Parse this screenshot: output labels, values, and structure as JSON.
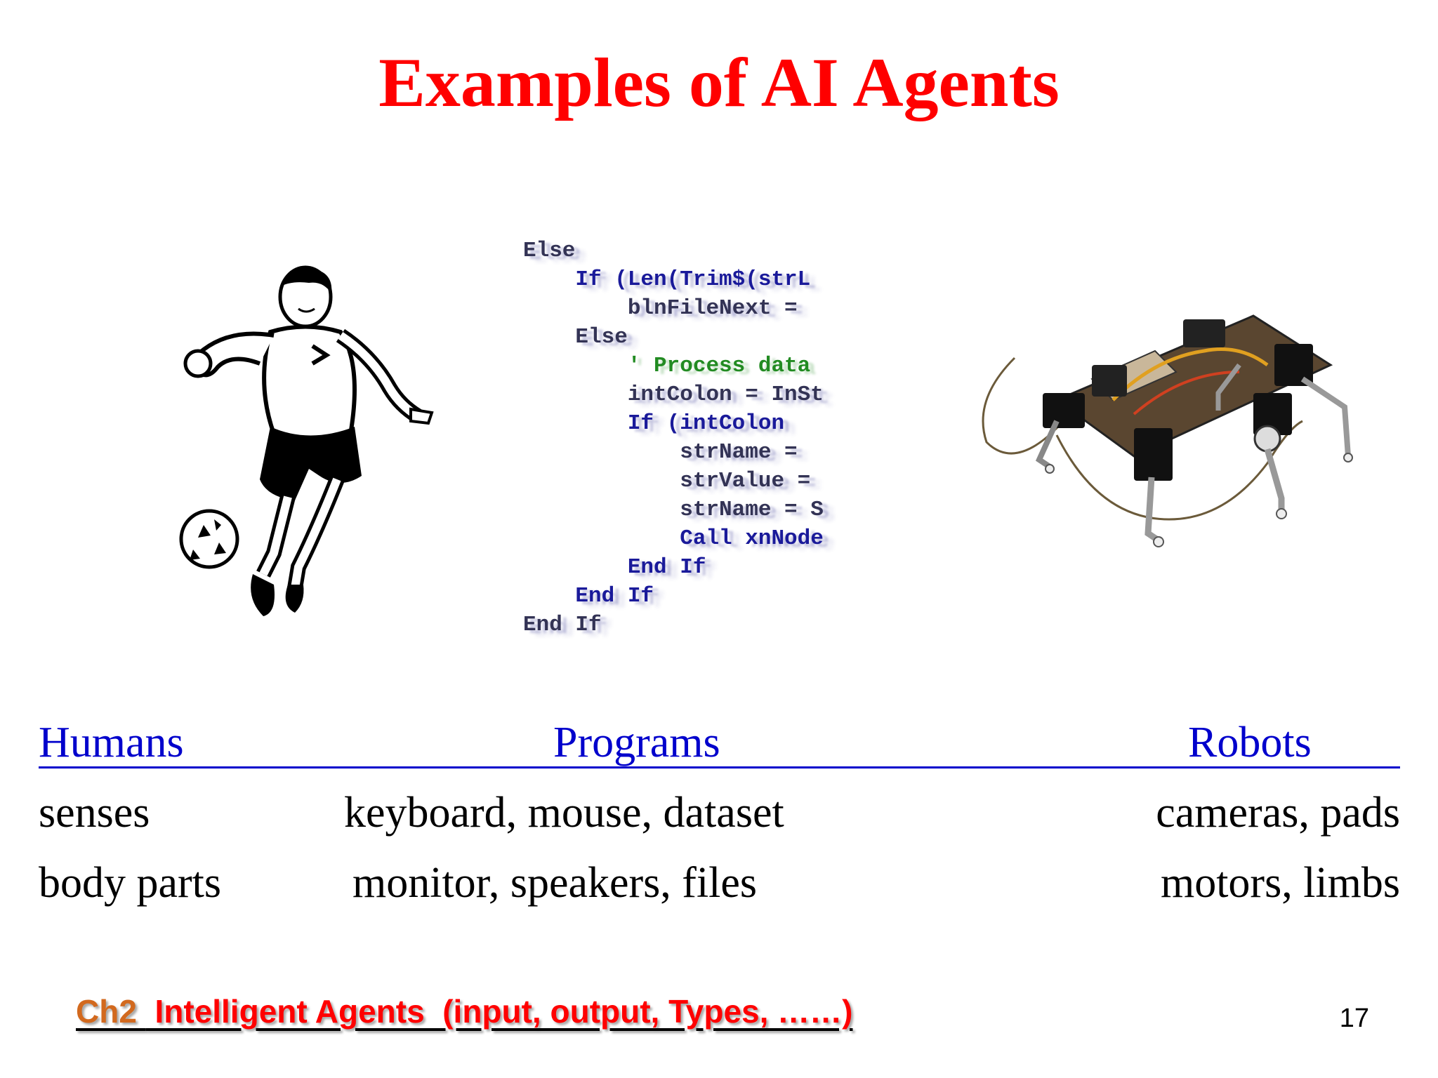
{
  "title": "Examples of AI Agents",
  "images": {
    "human": "soccer-player-illustration",
    "program": "code-listing-illustration",
    "robot": "hexapod-robot-photo"
  },
  "code_lines": [
    "Else",
    "    If (Len(Trim$(strL",
    "        blnFileNext =",
    "    Else",
    "        ' Process data",
    "        intColon = InSt",
    "        If (intColon",
    "            strName =",
    "            strValue =",
    "            strName = S",
    "            Call xnNode",
    "        End If",
    "    End If",
    "End If"
  ],
  "columns": {
    "humans": "Humans",
    "programs": "Programs",
    "robots": "Robots"
  },
  "rows": [
    {
      "humans": "senses",
      "programs": "keyboard, mouse, dataset",
      "robots": "cameras, pads"
    },
    {
      "humans": "body parts",
      "programs": "monitor, speakers, files",
      "robots": "motors, limbs"
    }
  ],
  "footer": {
    "chapter": "Ch2 ",
    "text": " Intelligent Agents  (input, output, Types, ……)"
  },
  "page_number": "17",
  "colors": {
    "title": "#ff0000",
    "header": "#0000cc",
    "footer_chapter": "#d2691e",
    "footer_text": "#ff0000"
  }
}
